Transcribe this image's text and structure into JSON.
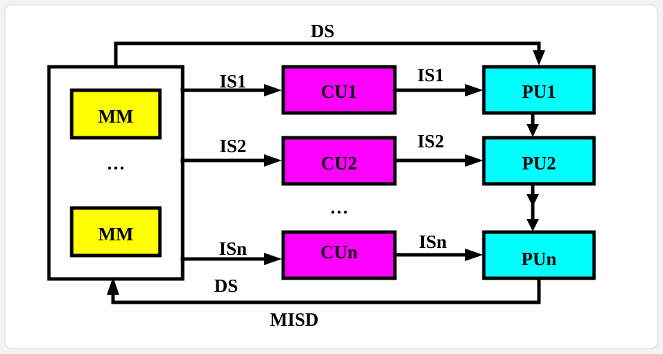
{
  "diagram": {
    "title": "MISD",
    "colors": {
      "memory": "#ffff00",
      "control_unit": "#ff00ff",
      "processing_unit": "#00ffff",
      "line": "#000000"
    },
    "memory_container": {
      "modules": [
        {
          "label": "MM"
        },
        {
          "label": "MM"
        }
      ],
      "ellipsis": "…"
    },
    "control_units": [
      {
        "label": "CU1"
      },
      {
        "label": "CU2"
      },
      {
        "label": "CUn"
      }
    ],
    "cu_ellipsis": "…",
    "processing_units": [
      {
        "label": "PU1"
      },
      {
        "label": "PU2"
      },
      {
        "label": "PUn"
      }
    ],
    "instruction_streams_in": [
      "IS1",
      "IS2",
      "ISn"
    ],
    "instruction_streams_out": [
      "IS1",
      "IS2",
      "ISn"
    ],
    "data_stream_top": "DS",
    "data_stream_bottom": "DS"
  }
}
